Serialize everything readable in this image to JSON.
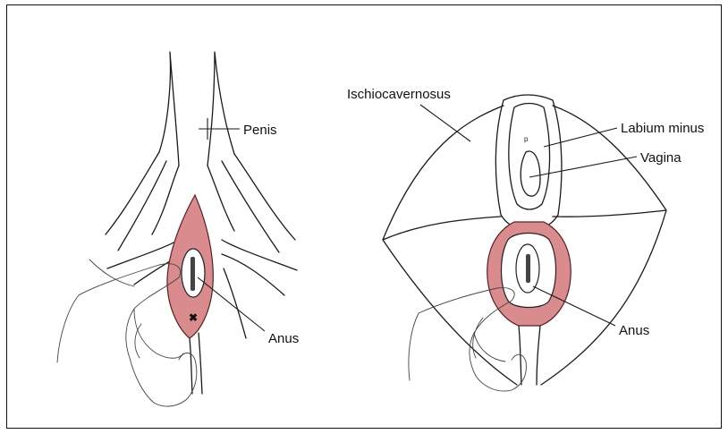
{
  "left_figure": {
    "labels": {
      "penis": "Penis",
      "anus": "Anus"
    }
  },
  "right_figure": {
    "labels": {
      "ischiocavernosus": "Ischiocavernosus",
      "labium_minus": "Labium minus",
      "vagina": "Vagina",
      "anus": "Anus"
    },
    "small_mark": "p"
  },
  "colors": {
    "muscle_fill": "#d98b8e",
    "outline": "#1a1a1a"
  }
}
